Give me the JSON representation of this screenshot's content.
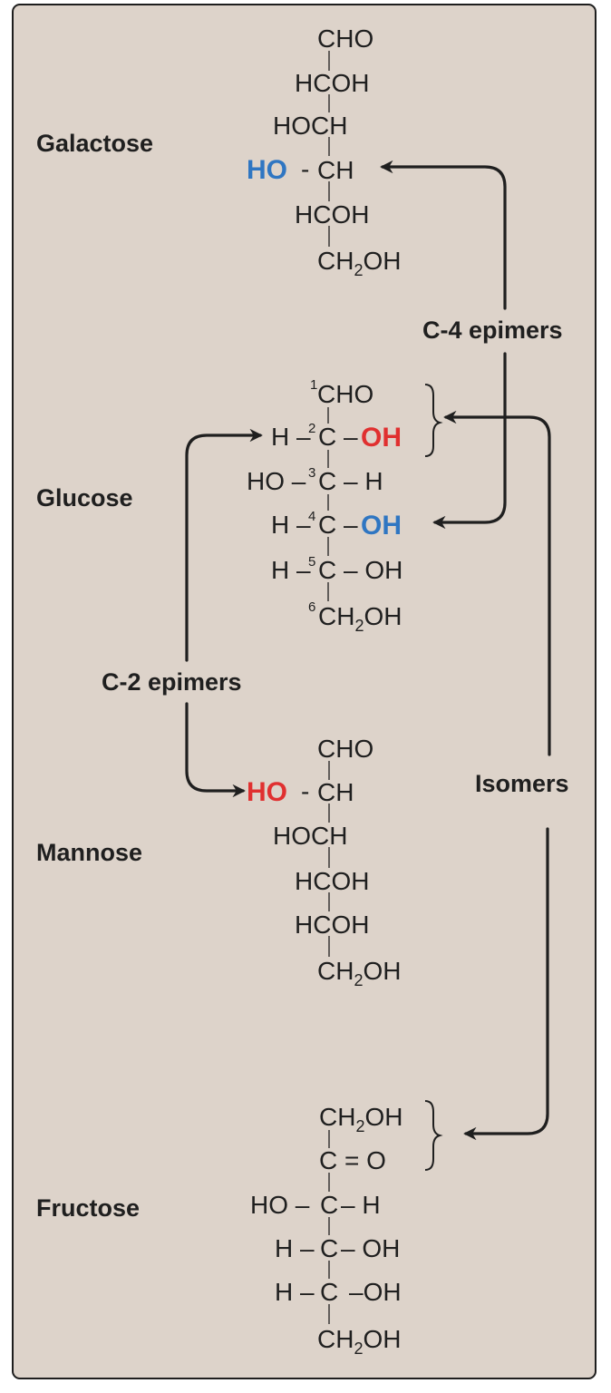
{
  "colors": {
    "panel_bg": "#ddd3ca",
    "text": "#1f1f1f",
    "highlight_blue": "#2f76c2",
    "highlight_red": "#e03030"
  },
  "sugars": {
    "galactose": {
      "name": "Galactose",
      "rows": [
        "CHO",
        "HCOH",
        "HOCH",
        "CH",
        "HCOH",
        "CH",
        "OH"
      ],
      "ho_highlight": "HO",
      "sub2": "2"
    },
    "glucose": {
      "name": "Glucose",
      "c1": "CHO",
      "c2_left": "H –",
      "c3_left": "HO –",
      "c4_left": "H –",
      "c5_left": "H –",
      "carbon": "C",
      "c2_right": "OH",
      "c3_right": "– H",
      "c4_right": "OH",
      "c5_right": "– OH",
      "dash": "–",
      "c6": "CH",
      "c6_tail": "OH",
      "sub2": "2",
      "numbers": [
        "1",
        "2",
        "3",
        "4",
        "5",
        "6"
      ]
    },
    "mannose": {
      "name": "Mannose",
      "rows": [
        "CHO",
        "CH",
        "HOCH",
        "HCOH",
        "HCOH",
        "CH",
        "OH"
      ],
      "ho_highlight": "HO",
      "sub2": "2"
    },
    "fructose": {
      "name": "Fructose",
      "c1": "CH",
      "c1_tail": "OH",
      "sub2": "2",
      "c2": "C = O",
      "c3_left": "HO –",
      "c3_right": "– H",
      "c4_left": "H –",
      "c4_right": "– OH",
      "c5_left": "H –",
      "c5_right": "–OH",
      "carbon": "C",
      "c6": "CH",
      "c6_tail": "OH"
    }
  },
  "relations": {
    "c4_epimers": "C-4 epimers",
    "c2_epimers": "C-2 epimers",
    "isomers": "Isomers"
  }
}
